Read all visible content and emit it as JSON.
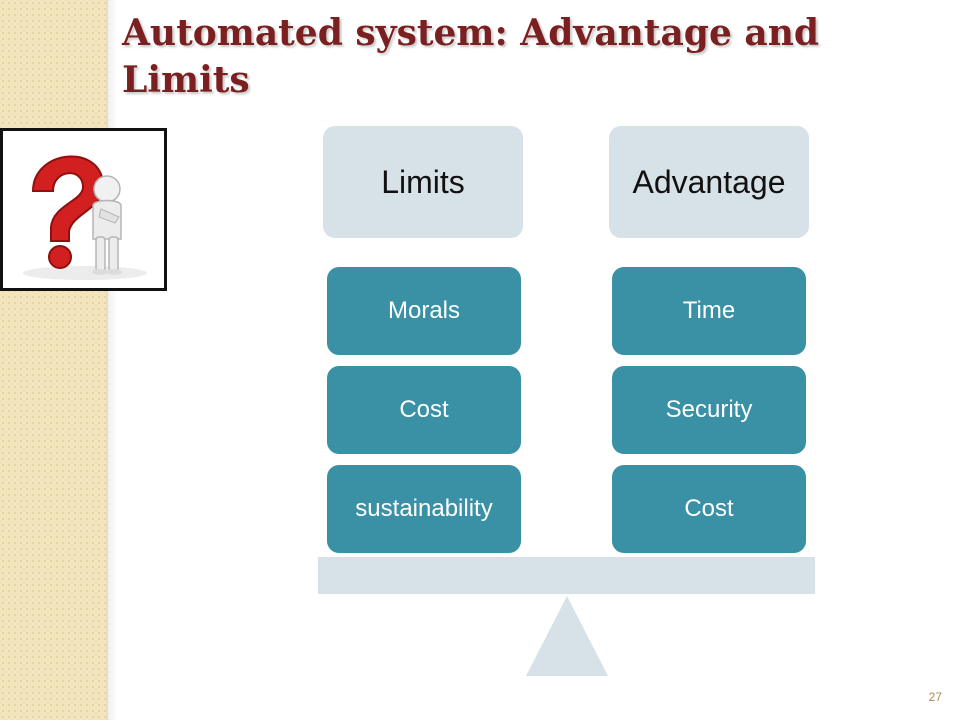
{
  "slide": {
    "title_line1": "Automated system: Advantage and",
    "title_line2": "Limits",
    "number": "27",
    "question_icon": "question-mark-person-icon"
  },
  "diagram": {
    "left": {
      "header": "Limits",
      "items": [
        "Morals",
        "Cost",
        "sustainability"
      ]
    },
    "right": {
      "header": "Advantage",
      "items": [
        "Time",
        "Security",
        "Cost"
      ]
    }
  },
  "colors": {
    "title": "#7b2020",
    "header_box": "#d7e1e8",
    "item_box": "#3a90a5",
    "beam": "#d7e1e8",
    "side_band": "#f3e6bf"
  }
}
